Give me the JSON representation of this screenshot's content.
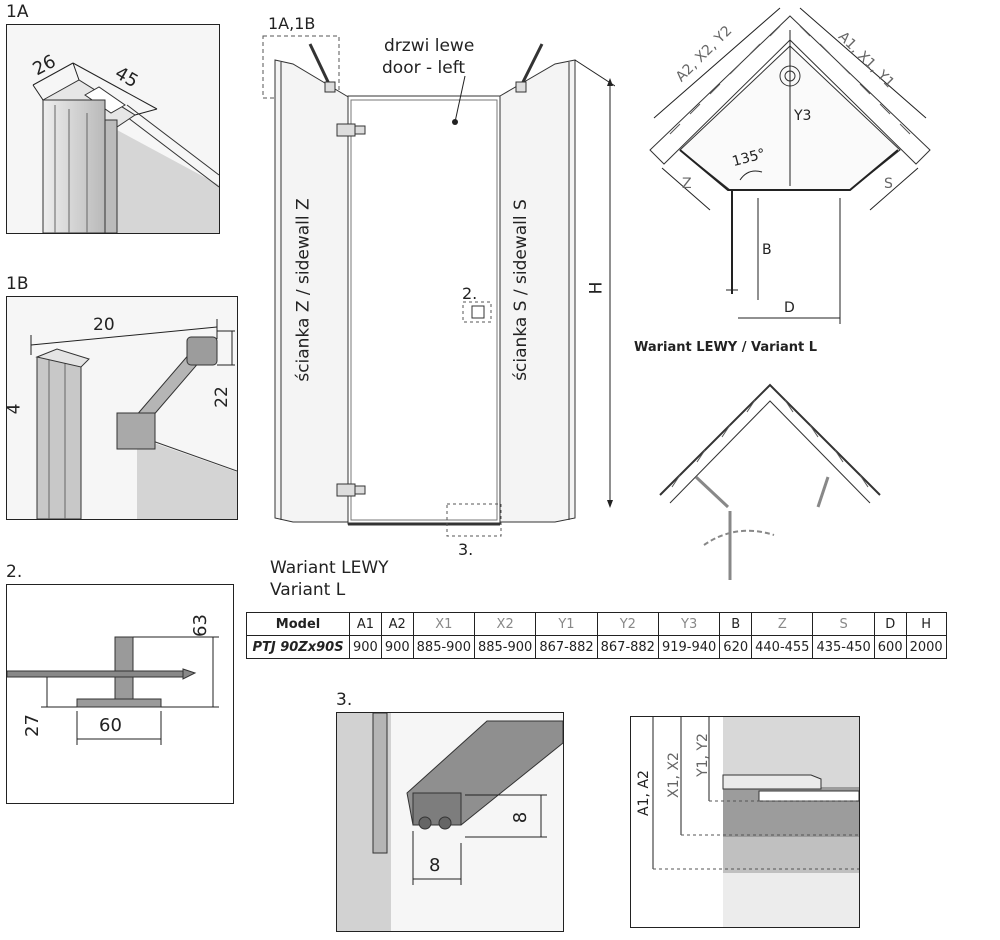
{
  "colors": {
    "line": "#222222",
    "glass": "#c9c9c9",
    "frame": "#9a9a9a",
    "dim_gray": "#8a8a8a"
  },
  "panels": {
    "p1a": {
      "label": "1A",
      "dims": [
        "26",
        "45"
      ]
    },
    "p1b": {
      "label": "1B",
      "dims": [
        "20",
        "4",
        "22"
      ]
    },
    "p2": {
      "label": "2.",
      "dims": [
        "63",
        "27",
        "60"
      ]
    },
    "p3": {
      "label": "3.",
      "dims": [
        "8",
        "8"
      ]
    },
    "p4": {
      "dims": [
        "A1, A2",
        "X1, X2",
        "Y1, Y2"
      ]
    }
  },
  "front": {
    "callout_1a1b": "1A,1B",
    "door_pl": "drzwi lewe",
    "door_en": "door - left",
    "wall_z": "ścianka Z / sidewall Z",
    "wall_s": "ścianka S / sidewall S",
    "height_label": "H",
    "callout_2": "2.",
    "callout_3": "3.",
    "variant_pl": "Wariant LEWY",
    "variant_en": "Variant L"
  },
  "top_view": {
    "a2": "A2, X2, Y2",
    "a1": "A1, X1, Y1",
    "y3": "Y3",
    "angle": "135°",
    "z": "Z",
    "s": "S",
    "b": "B",
    "d": "D",
    "caption": "Wariant LEWY / Variant L"
  },
  "spec_table": {
    "headers": [
      "Model",
      "A1",
      "A2",
      "X1",
      "X2",
      "Y1",
      "Y2",
      "Y3",
      "B",
      "Z",
      "S",
      "D",
      "H"
    ],
    "row": [
      "PTJ 90Zx90S",
      "900",
      "900",
      "885-900",
      "885-900",
      "867-882",
      "867-882",
      "919-940",
      "620",
      "440-455",
      "435-450",
      "600",
      "2000"
    ]
  }
}
